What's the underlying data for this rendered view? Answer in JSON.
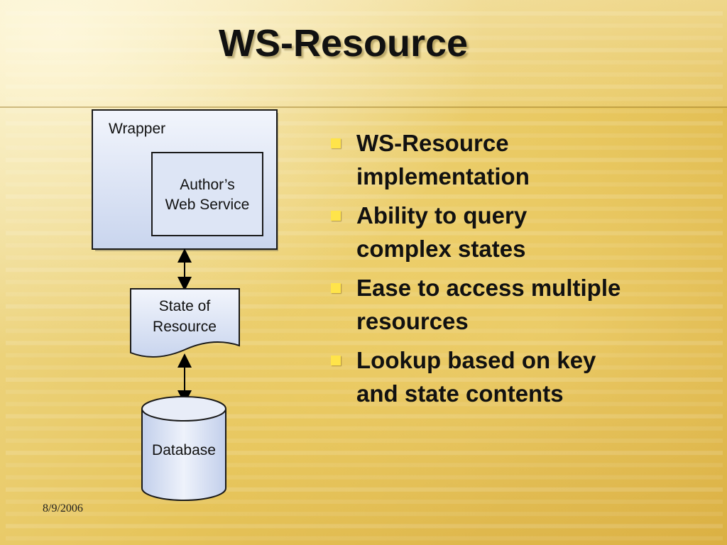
{
  "slide": {
    "title": "WS-Resource",
    "footer_date": "8/9/2006"
  },
  "diagram": {
    "wrapper_label": "Wrapper",
    "service_label_line1": "Author’s",
    "service_label_line2": "Web Service",
    "state_label_line1": "State of",
    "state_label_line2": "Resource",
    "database_label": "Database"
  },
  "bullets": [
    {
      "line1": "WS-Resource",
      "line2": "implementation"
    },
    {
      "line1": "Ability to query",
      "line2": "complex states"
    },
    {
      "line1": "Ease to access multiple",
      "line2": "resources"
    },
    {
      "line1": "Lookup based on key",
      "line2": "and state contents"
    }
  ],
  "colors": {
    "background": "#e8c860",
    "box_fill": "#d6e0f4",
    "box_stroke": "#1a1a1a",
    "bullet_marker": "#ffe44a",
    "text": "#111111"
  }
}
